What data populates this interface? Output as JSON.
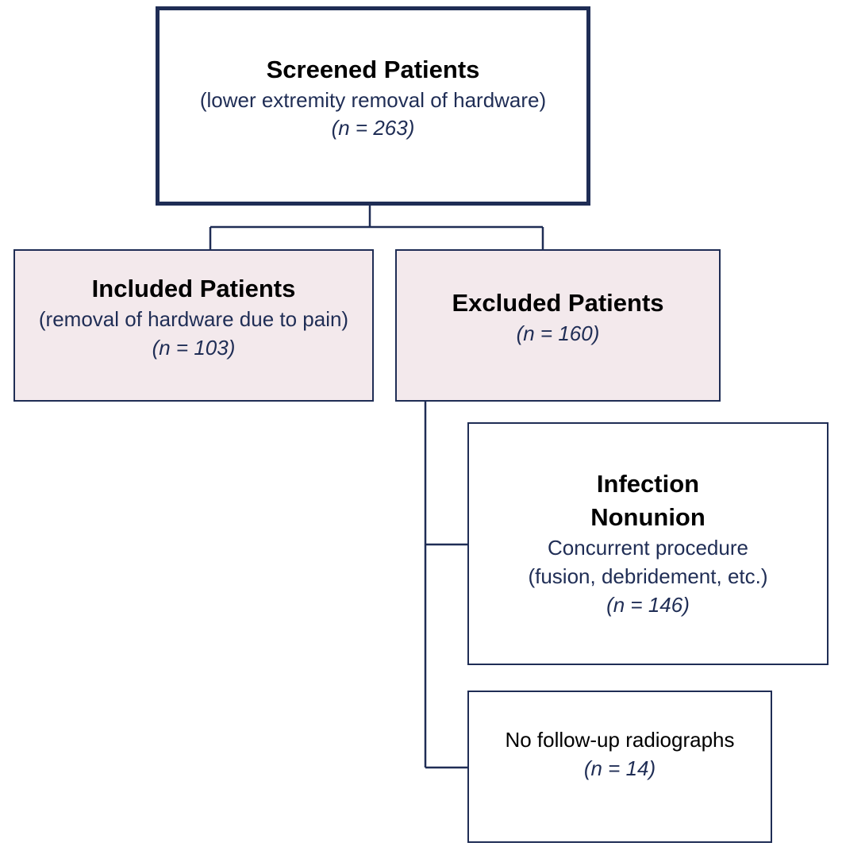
{
  "screened": {
    "title": "Screened Patients",
    "subtitle": "(lower extremity removal of hardware)",
    "n": "(n = 263)"
  },
  "included": {
    "title": "Included Patients",
    "subtitle": "(removal of hardware due to pain)",
    "n": "(n = 103)"
  },
  "excluded": {
    "title": "Excluded Patients",
    "n": "(n = 160)"
  },
  "infection": {
    "line1": "Infection",
    "line2": "Nonunion",
    "line3": "Concurrent procedure",
    "line4": "(fusion, debridement, etc.)",
    "n": "(n = 146)"
  },
  "followup": {
    "label": "No follow-up radiographs",
    "n": "(n = 14)"
  },
  "colors": {
    "line": "#1f2d55",
    "box_fill_pink": "#f3e9ec",
    "text_blue": "#1f2d55"
  }
}
